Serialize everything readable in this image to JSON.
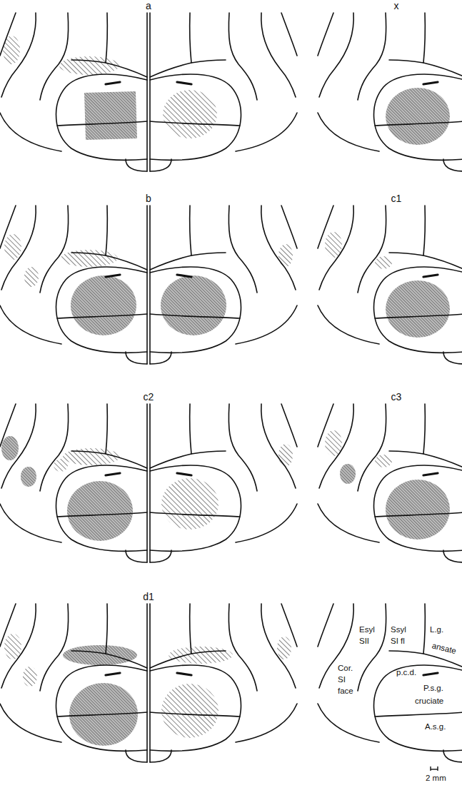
{
  "diagram": {
    "labels": [
      "a",
      "x",
      "b",
      "c1",
      "c2",
      "c3",
      "d1",
      "Esyl",
      "SII",
      "Ssyl",
      "L.g.",
      "SI fl",
      "ansate",
      "Cor.",
      "p.c.d.",
      "SI",
      "P.s.g.",
      "face",
      "cruciate",
      "A.s.g.",
      "2 mm"
    ]
  }
}
